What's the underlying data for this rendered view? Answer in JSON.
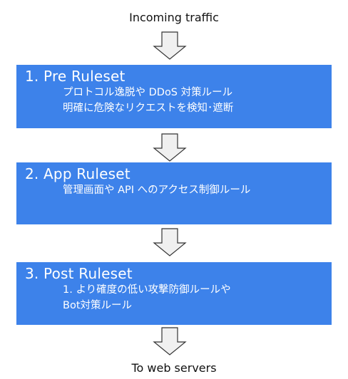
{
  "diagram": {
    "top_label": "Incoming traffic",
    "bottom_label": "To web servers",
    "colors": {
      "box": "#3d82ea",
      "arrow_fill": "#f0f0f0",
      "arrow_stroke": "#333333",
      "text_on_box": "#ffffff"
    },
    "stages": [
      {
        "title": "1. Pre Ruleset",
        "lines": [
          "プロトコル逸脱や DDoS 対策ルール",
          "明確に危険なリクエストを検知･遮断"
        ]
      },
      {
        "title": "2. App Ruleset",
        "lines": [
          "管理画面や API へのアクセス制御ルール"
        ]
      },
      {
        "title": "3. Post Ruleset",
        "lines": [
          "1. より確度の低い攻撃防御ルールや",
          "Bot対策ルール"
        ]
      }
    ]
  }
}
